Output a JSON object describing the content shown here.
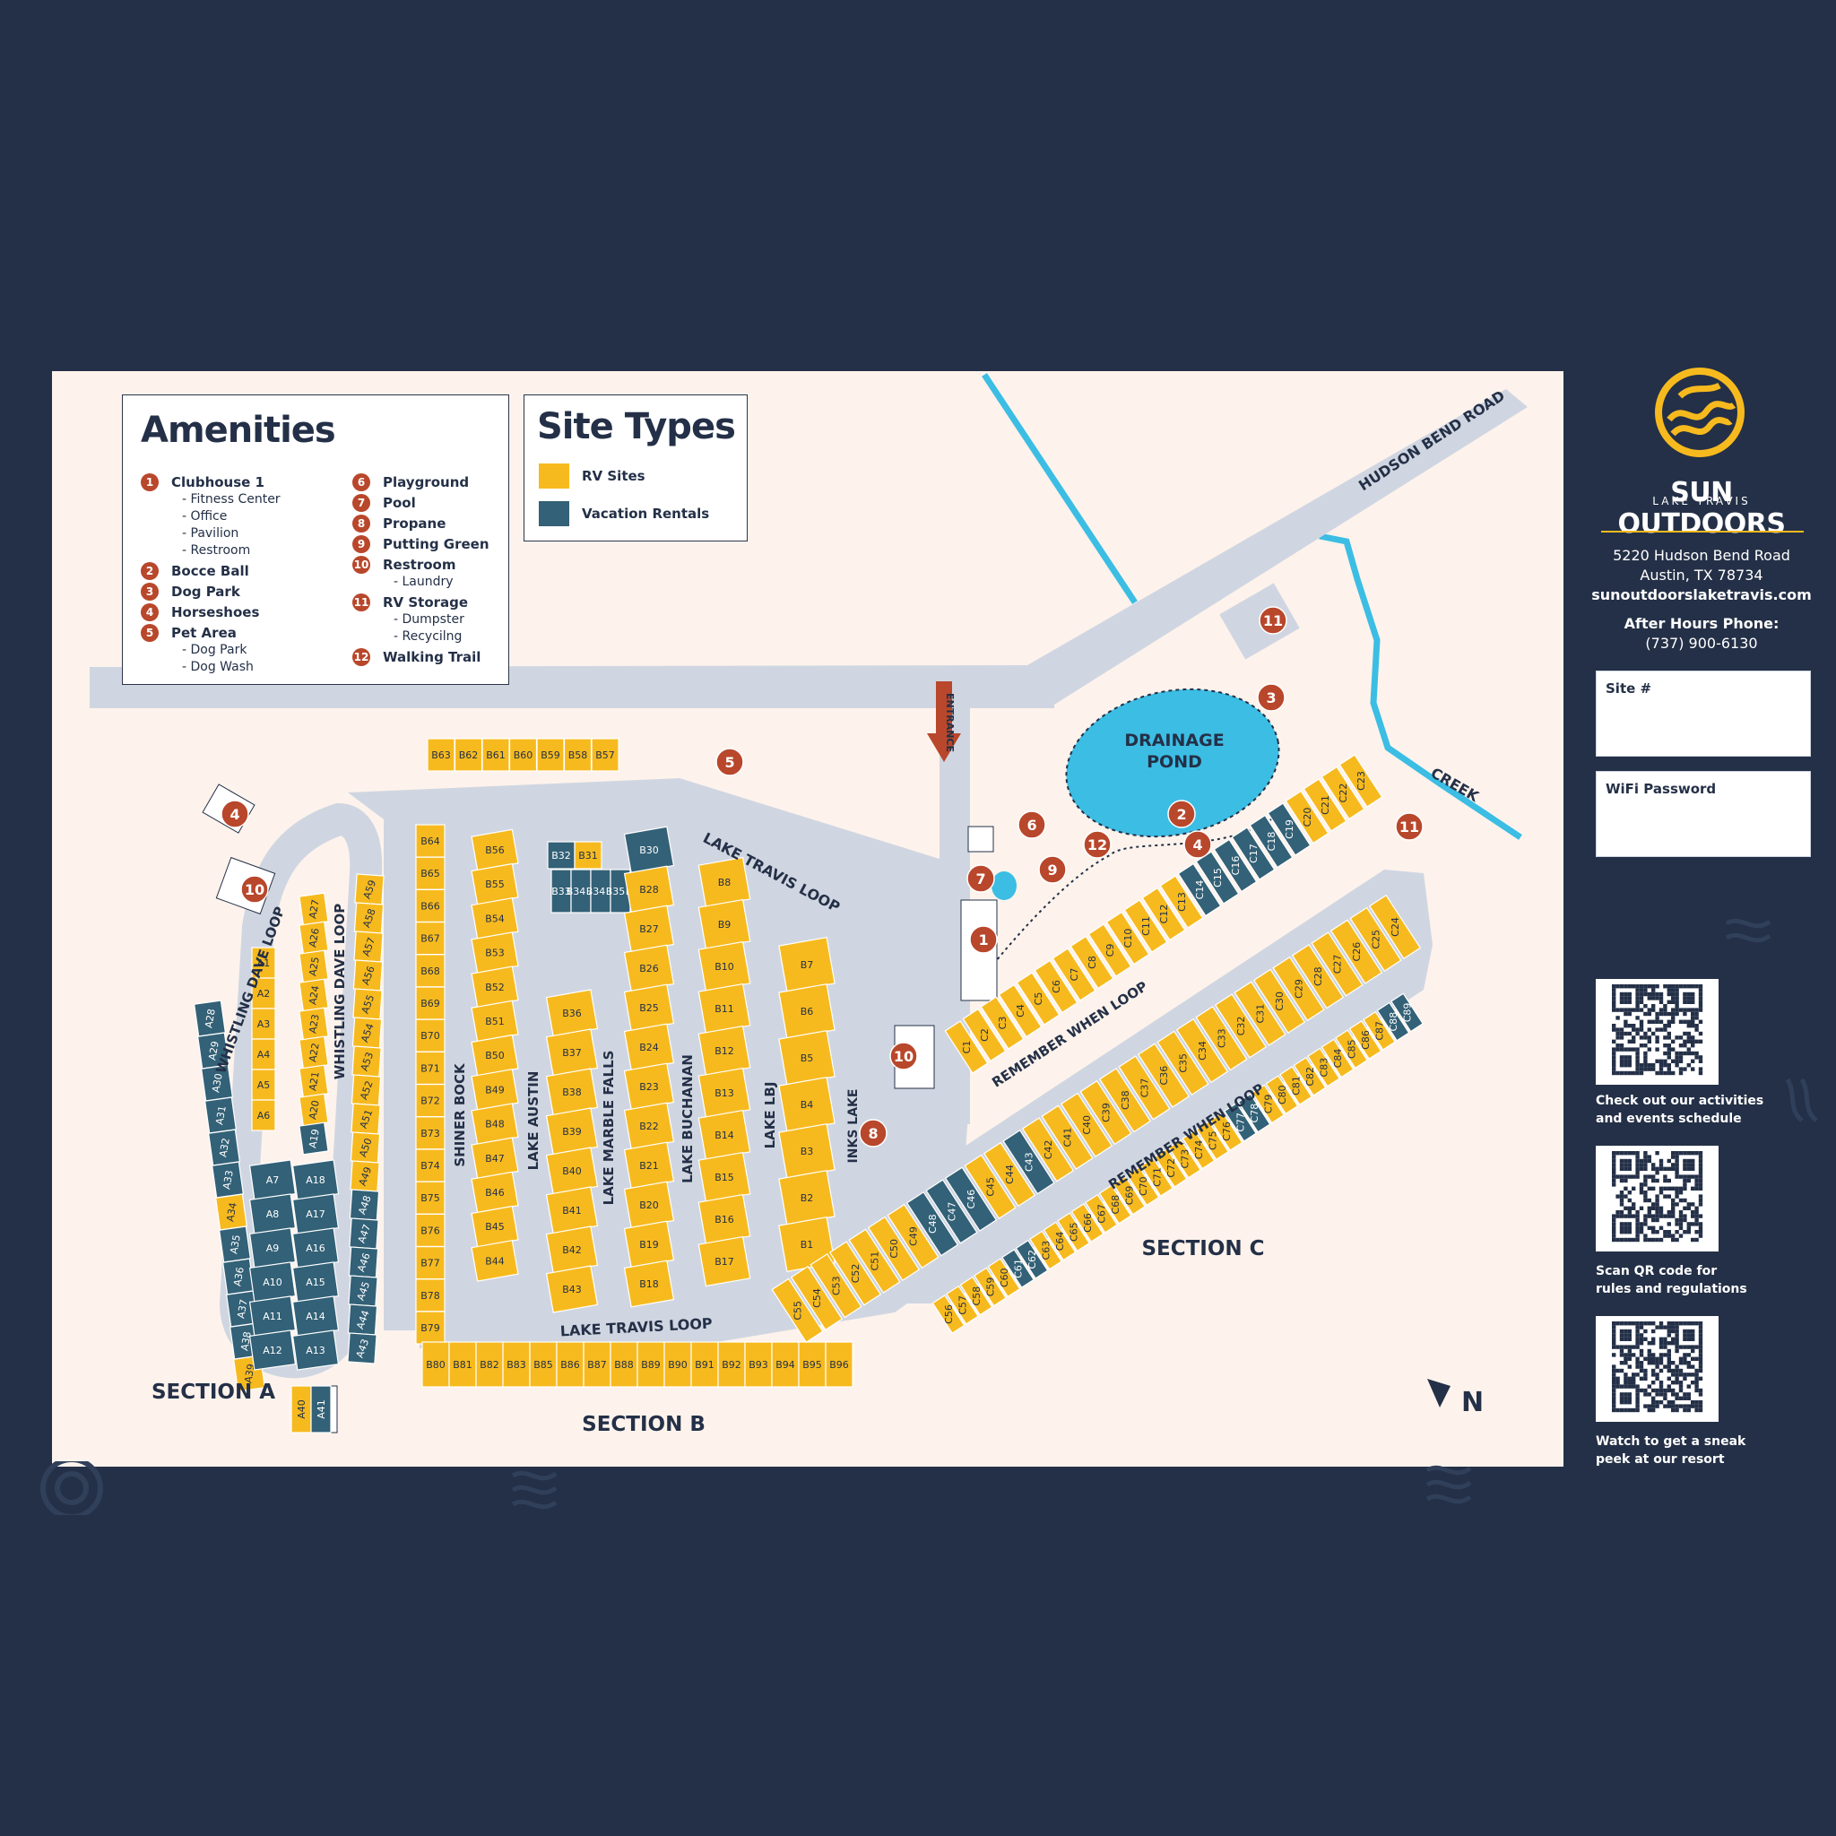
{
  "colors": {
    "rv": "#f7ba1e",
    "vacation": "#336177",
    "road": "#d0d6e1",
    "accent": "#b8472b",
    "water": "#3cbde4",
    "navy": "#243047"
  },
  "amenities": {
    "title": "Amenities",
    "col1": [
      {
        "num": "1",
        "label": "Clubhouse 1",
        "subs": [
          "- Fitness Center",
          "- Office",
          "- Pavilion",
          "- Restroom"
        ]
      },
      {
        "num": "2",
        "label": "Bocce Ball",
        "subs": []
      },
      {
        "num": "3",
        "label": "Dog Park",
        "subs": []
      },
      {
        "num": "4",
        "label": "Horseshoes",
        "subs": []
      },
      {
        "num": "5",
        "label": "Pet Area",
        "subs": [
          "- Dog Park",
          "- Dog Wash"
        ]
      }
    ],
    "col2": [
      {
        "num": "6",
        "label": "Playground",
        "subs": []
      },
      {
        "num": "7",
        "label": "Pool",
        "subs": []
      },
      {
        "num": "8",
        "label": "Propane",
        "subs": []
      },
      {
        "num": "9",
        "label": "Putting Green",
        "subs": []
      },
      {
        "num": "10",
        "label": "Restroom",
        "subs": [
          "- Laundry"
        ]
      },
      {
        "num": "11",
        "label": "RV Storage",
        "subs": [
          "- Dumpster",
          "- Recycilng"
        ]
      },
      {
        "num": "12",
        "label": "Walking Trail",
        "subs": []
      }
    ]
  },
  "site_types": {
    "title": "Site Types",
    "rv": "RV Sites",
    "vacation": "Vacation Rentals"
  },
  "roads": {
    "hudson": "HUDSON BEND ROAD",
    "creek": "CREEK",
    "entrance": "ENTRANCE",
    "pond": "DRAINAGE POND",
    "lake_travis_loop": "LAKE TRAVIS LOOP",
    "whistling": "WHISTLING DAVE LOOP",
    "remember": "REMEMBER WHEN LOOP",
    "shiner": "SHINER BOCK",
    "austin": "LAKE AUSTIN",
    "marble": "LAKE MARBLE FALLS",
    "buchanan": "LAKE BUCHANAN",
    "lbj": "LAKE LBJ",
    "inks": "INKS LAKE"
  },
  "sections": {
    "a": "SECTION A",
    "b": "SECTION B",
    "c": "SECTION C"
  },
  "sites": {
    "b_top": [
      "B63",
      "B62",
      "B61",
      "B60",
      "B59",
      "B58",
      "B57"
    ],
    "b_col1": [
      "B64",
      "B65",
      "B66",
      "B67",
      "B68",
      "B69",
      "B70",
      "B71",
      "B72",
      "B73",
      "B74",
      "B75",
      "B76",
      "B77",
      "B78",
      "B79"
    ],
    "b_col2": [
      "B56",
      "B55",
      "B54",
      "B53",
      "B52",
      "B51",
      "B50",
      "B49",
      "B48",
      "B47",
      "B46",
      "B45",
      "B44"
    ],
    "b_col3": [
      "B36",
      "B37",
      "B38",
      "B39",
      "B40",
      "B41",
      "B42",
      "B43"
    ],
    "b_col3_vac": [
      "B32",
      "B31",
      "B33",
      "B34 A",
      "B34 B",
      "B35 A",
      "B35 B"
    ],
    "b_col4": [
      "B30",
      "B28",
      "B27",
      "B26",
      "B25",
      "B24",
      "B23",
      "B22",
      "B21",
      "B20",
      "B19",
      "B18"
    ],
    "b_col5": [
      "B8",
      "B9",
      "B10",
      "B11",
      "B12",
      "B13",
      "B14",
      "B15",
      "B16",
      "B17"
    ],
    "b_col6": [
      "B7",
      "B6",
      "B5",
      "B4",
      "B3",
      "B2",
      "B1"
    ],
    "b_bottom": [
      "B80",
      "B81",
      "B82",
      "B83",
      "B85",
      "B86",
      "B87",
      "B88",
      "B89",
      "B90",
      "B91",
      "B92",
      "B93",
      "B94",
      "B95",
      "B96"
    ],
    "a_outer": [
      "A28",
      "A29",
      "A30",
      "A31",
      "A32",
      "A33",
      "A34",
      "A35",
      "A36",
      "A37",
      "A38",
      "A39"
    ],
    "a_inner_left": [
      "A1",
      "A2",
      "A3",
      "A4",
      "A5",
      "A6"
    ],
    "a_grid": [
      "A7",
      "A18",
      "A8",
      "A17",
      "A9",
      "A16",
      "A10",
      "A15",
      "A11",
      "A14",
      "A12",
      "A13"
    ],
    "a_col": [
      "A27",
      "A26",
      "A25",
      "A24",
      "A23",
      "A22",
      "A21",
      "A20",
      "A19"
    ],
    "a_right": [
      "A59",
      "A58",
      "A57",
      "A56",
      "A55",
      "A54",
      "A53",
      "A52",
      "A51",
      "A50",
      "A49",
      "A48",
      "A47",
      "A46",
      "A45",
      "A44",
      "A43"
    ],
    "a_bottom": [
      "A40",
      "A41"
    ],
    "c_upper": [
      "C1",
      "C2",
      "C3",
      "C4",
      "C5",
      "C6",
      "C7",
      "C8",
      "C9",
      "C10",
      "C11",
      "C12",
      "C13",
      "C14",
      "C15",
      "C16",
      "C17",
      "C18",
      "C19",
      "C20",
      "C21",
      "C22",
      "C23"
    ],
    "c_mid": [
      "C24",
      "C25",
      "C26",
      "C27",
      "C28",
      "C29",
      "C30",
      "C31",
      "C32",
      "C33",
      "C34",
      "C35",
      "C36",
      "C37",
      "C38",
      "C39",
      "C40",
      "C41",
      "C42",
      "C43",
      "C44",
      "C45",
      "C46",
      "C47",
      "C48",
      "C49",
      "C50",
      "C51",
      "C52",
      "C53",
      "C54",
      "C55"
    ],
    "c_lower": [
      "C56",
      "C57",
      "C58",
      "C59",
      "C60",
      "C61",
      "C62",
      "C63",
      "C64",
      "C65",
      "C66",
      "C67",
      "C68",
      "C69",
      "C70",
      "C71",
      "C72",
      "C73",
      "C74",
      "C75",
      "C76",
      "C77",
      "C78",
      "C79",
      "C80",
      "C81",
      "C82",
      "C83",
      "C84",
      "C85",
      "C86",
      "C87",
      "C88",
      "C89"
    ]
  },
  "markers": [
    "1",
    "2",
    "3",
    "4",
    "5",
    "6",
    "7",
    "8",
    "9",
    "10",
    "11",
    "12"
  ],
  "brand": {
    "name": "SUN OUTDOORS",
    "sub": "LAKE TRAVIS"
  },
  "contact": {
    "addr1": "5220 Hudson Bend Road",
    "addr2": "Austin, TX 78734",
    "web": "sunoutdoorslaketravis.com",
    "phone_label": "After Hours Phone:",
    "phone": "(737) 900-6130"
  },
  "boxes": {
    "site": "Site #",
    "wifi": "WiFi Password"
  },
  "qr": [
    {
      "caption1": "Check out our activities",
      "caption2": "and events schedule"
    },
    {
      "caption1": "Scan QR code for",
      "caption2": "rules and regulations"
    },
    {
      "caption1": "Watch to get a sneak",
      "caption2": "peek at our resort"
    }
  ],
  "north": "N"
}
